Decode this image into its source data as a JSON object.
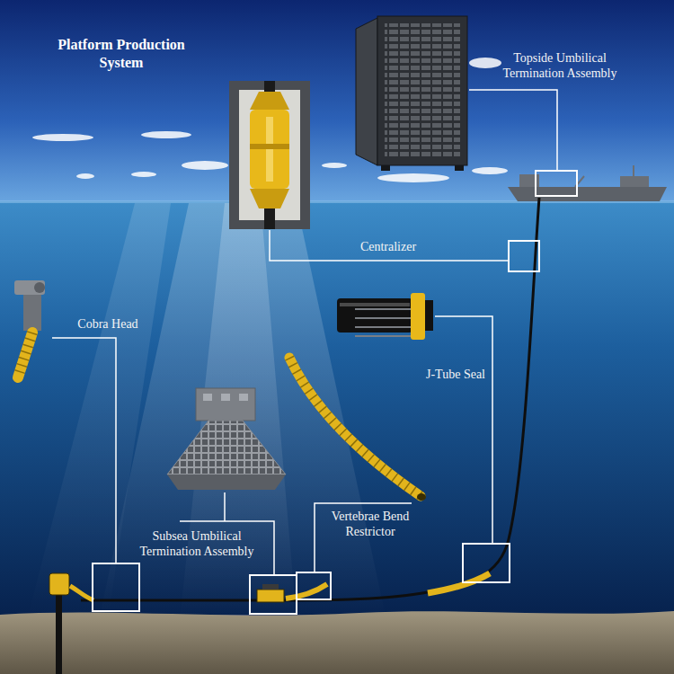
{
  "diagram": {
    "title": "Platform Production System",
    "labels": [
      "Topside Umbilical Termination Assembly",
      "Centralizer",
      "Cobra Head",
      "J-Tube Seal",
      "Vertebrae Bend Restrictor",
      "Subsea Umbilical Termination Assembly"
    ]
  }
}
